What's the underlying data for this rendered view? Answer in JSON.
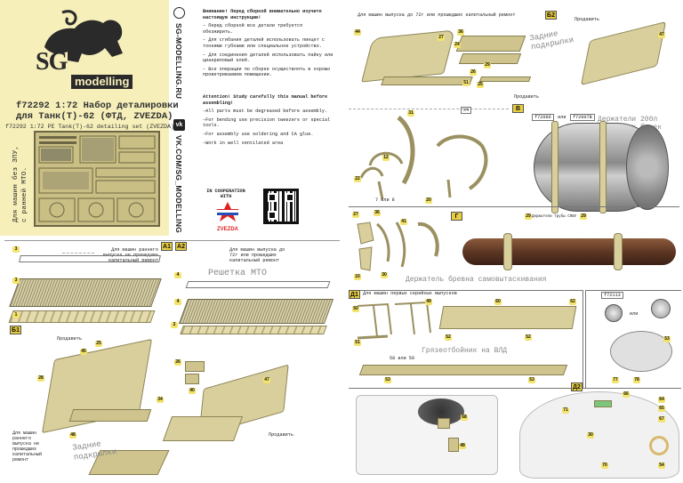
{
  "cover": {
    "logo_line1": "SG",
    "logo_line2": "modelling",
    "title_ru_1": "f72292 1:72 Набор деталировки",
    "title_ru_2": "для Танк(Т)-62 (ФТД, ZVEZDA)",
    "title_en": "f72292 1:72 PE Tank(T)-62 detailing set (ZVEZDA)",
    "side_note_line1": "Для машин без ЗПУ,",
    "side_note_line2": "с ранней МТО."
  },
  "web": {
    "site": "SG-MODELLING.RU",
    "vk": "VK.COM/SG_MODELLING"
  },
  "instructions": {
    "ru_title": "Внимание! Перед сборкой внимательно изучите настоящую инструкцию!",
    "ru_items": [
      "– Перед сборкой все детали требуется обезжирить.",
      "– Для сгибания деталей использовать пинцет с тонкими губками или специальное устройство.",
      "– Для соединения деталей использовать пайку или циакриловый клей.",
      "– Все операции по сборке осуществлять в хорошо проветриваемом помещении."
    ],
    "en_title": "Attention! Study carefully this manual before assembling!",
    "en_items": [
      "–All parts must be degreased before assembly.",
      "–For bending use precision tweezers or special tools.",
      "–For assembly use soldering and CA glue.",
      "–Work in well ventilated area"
    ],
    "coop_line1": "IN COOPERATION",
    "coop_line2": "WITH",
    "partner": "ZVEZDA"
  },
  "sections": {
    "A1": "А1",
    "A2": "А2",
    "B1": "Б1",
    "B2": "Б2",
    "V": "В",
    "G": "Г",
    "D1": "Д1",
    "D2": "Д2"
  },
  "labels": {
    "early_note": "Для машин раннего выпуска не прошедших капитальный ремонт",
    "late_note": "Для машин выпуска до 72г или прошедших капитальный ремонт",
    "reshetka": "Решетка МТО",
    "prodavit": "Продавить",
    "zadnie": "Задние подкрылки",
    "b2_header": "Для машин выпуска до 72г или прошедших капитальный ремонт",
    "fuel_title_1": "Держатели 200л",
    "fuel_title_2": "топливных бочек",
    "fuel_ref_1": "f72086",
    "fuel_or": "или",
    "fuel_ref_2": "f72007B",
    "fuel_pipe": "Держатели трубы СПВУ",
    "log_holder": "Держатель бревна самовытаскивания",
    "d1_header": "Для машин первых серийных выпусков",
    "gryaz": "Грязеотбойник на ВЛД",
    "ili": "или",
    "ref_f72113": "f72113",
    "x4": "X4"
  },
  "parts": {
    "a": [
      "3",
      "3",
      "1",
      "4",
      "4",
      "2"
    ],
    "b1": [
      "25",
      "45",
      "28",
      "26",
      "34",
      "48",
      "40",
      "47"
    ],
    "b2": [
      "44",
      "27",
      "24",
      "36",
      "51",
      "26",
      "29",
      "25",
      "47"
    ],
    "rings": [
      "31",
      "12",
      "22",
      "7",
      "8",
      "20"
    ],
    "v": [
      "29",
      "29"
    ],
    "g": [
      "27",
      "36",
      "41",
      "10",
      "30"
    ],
    "d1": [
      "50",
      "49",
      "52",
      "60",
      "52",
      "58",
      "59",
      "53",
      "53",
      "51",
      "62"
    ],
    "d2": [
      "68",
      "48",
      "70",
      "71",
      "66",
      "64",
      "65",
      "67",
      "54",
      "53",
      "77",
      "78",
      "30"
    ],
    "or_label_1": "7 или 8",
    "or_label_2": "58 или 59"
  }
}
